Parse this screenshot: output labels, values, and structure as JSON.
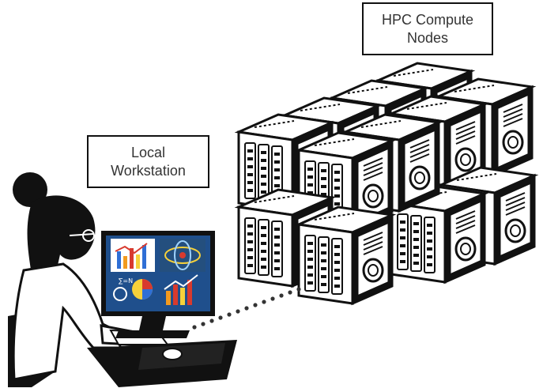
{
  "labels": {
    "local": [
      "Local",
      "Workstation"
    ],
    "hpc": [
      "HPC Compute",
      "Nodes"
    ]
  },
  "screen": {
    "caption": "∑=N"
  },
  "colors": {
    "ink": "#111111",
    "screen_bg": "#1f4f8c",
    "chart_red": "#d83a2e",
    "chart_orange": "#f29a1f",
    "chart_blue": "#2f6fd6",
    "chart_yellow": "#f6d13a"
  }
}
